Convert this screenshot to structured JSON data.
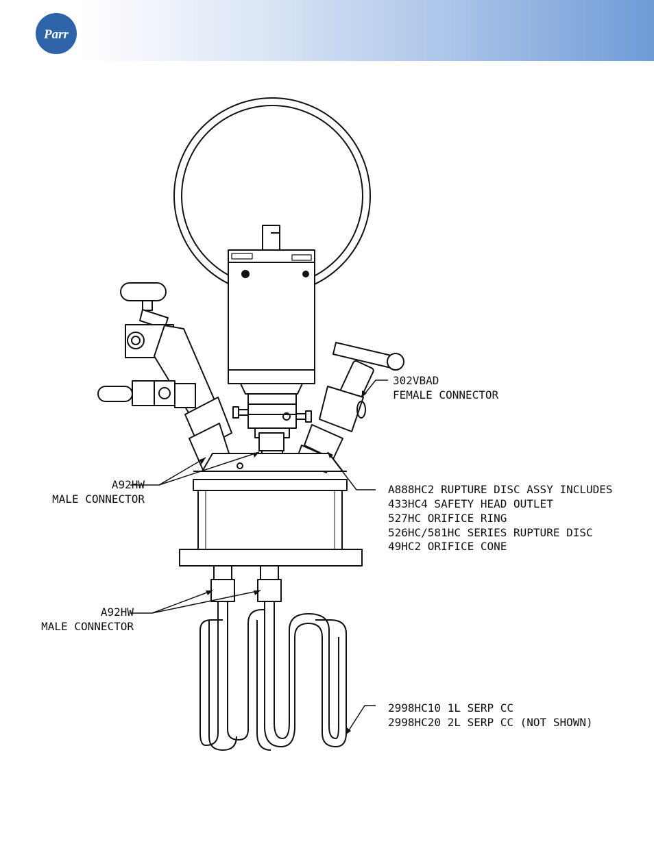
{
  "header": {
    "logo_text": "Parr"
  },
  "callouts": {
    "female_connector": [
      "302VBAD",
      "FEMALE CONNECTOR"
    ],
    "male_connector_top": [
      "A92HW",
      "MALE CONNECTOR"
    ],
    "rupture_disc": [
      "A888HC2 RUPTURE DISC ASSY INCLUDES",
      "433HC4 SAFETY HEAD OUTLET",
      "527HC ORIFICE RING",
      "526HC/581HC SERIES RUPTURE DISC",
      "49HC2 ORIFICE CONE"
    ],
    "male_connector_bottom": [
      "A92HW",
      "MALE CONNECTOR"
    ],
    "cooling_coil": [
      "2998HC10 1L SERP CC",
      "2998HC20 2L SERP CC (NOT SHOWN)"
    ]
  }
}
